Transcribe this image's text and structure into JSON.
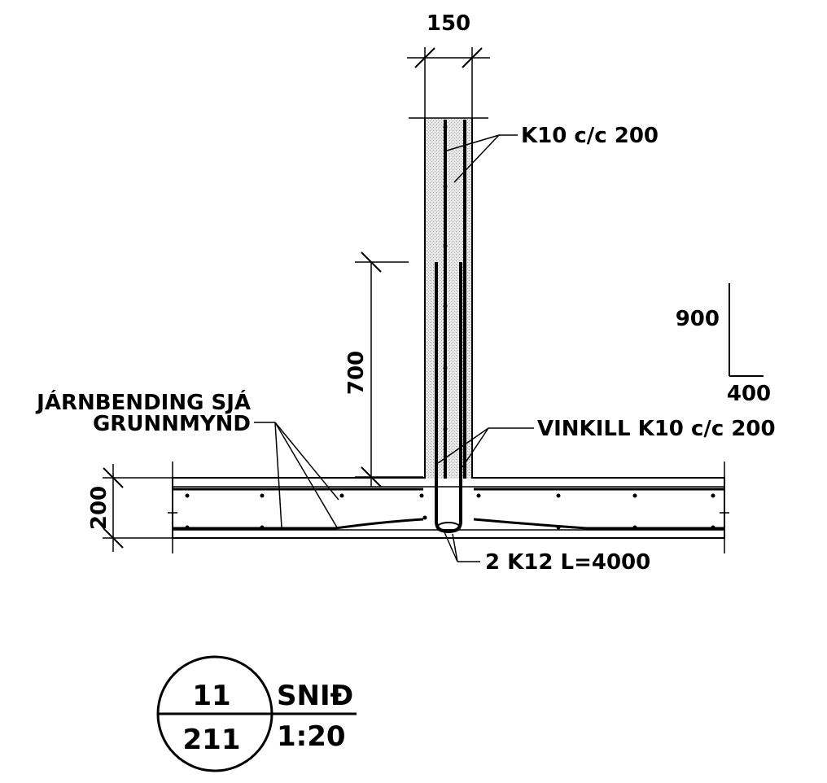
{
  "dimensions": {
    "wall_thickness": "150",
    "lap_length": "700",
    "slab_thickness": "200",
    "bend_vertical": "900",
    "bend_horizontal": "400"
  },
  "callouts": {
    "wall_rebar": "K10 c/c 200",
    "corner_bar": "VINKILL K10 c/c 200",
    "bottom_bars": "2 K12 L=4000",
    "reference_line1": "JÁRNBENDING SJÁ",
    "reference_line2": "GRUNNMYND"
  },
  "title_block": {
    "detail_number": "11",
    "sheet_number": "211",
    "title": "SNIÐ",
    "scale": "1:20"
  },
  "colors": {
    "concrete_fill": "#d9d9d9",
    "line": "#000000"
  }
}
